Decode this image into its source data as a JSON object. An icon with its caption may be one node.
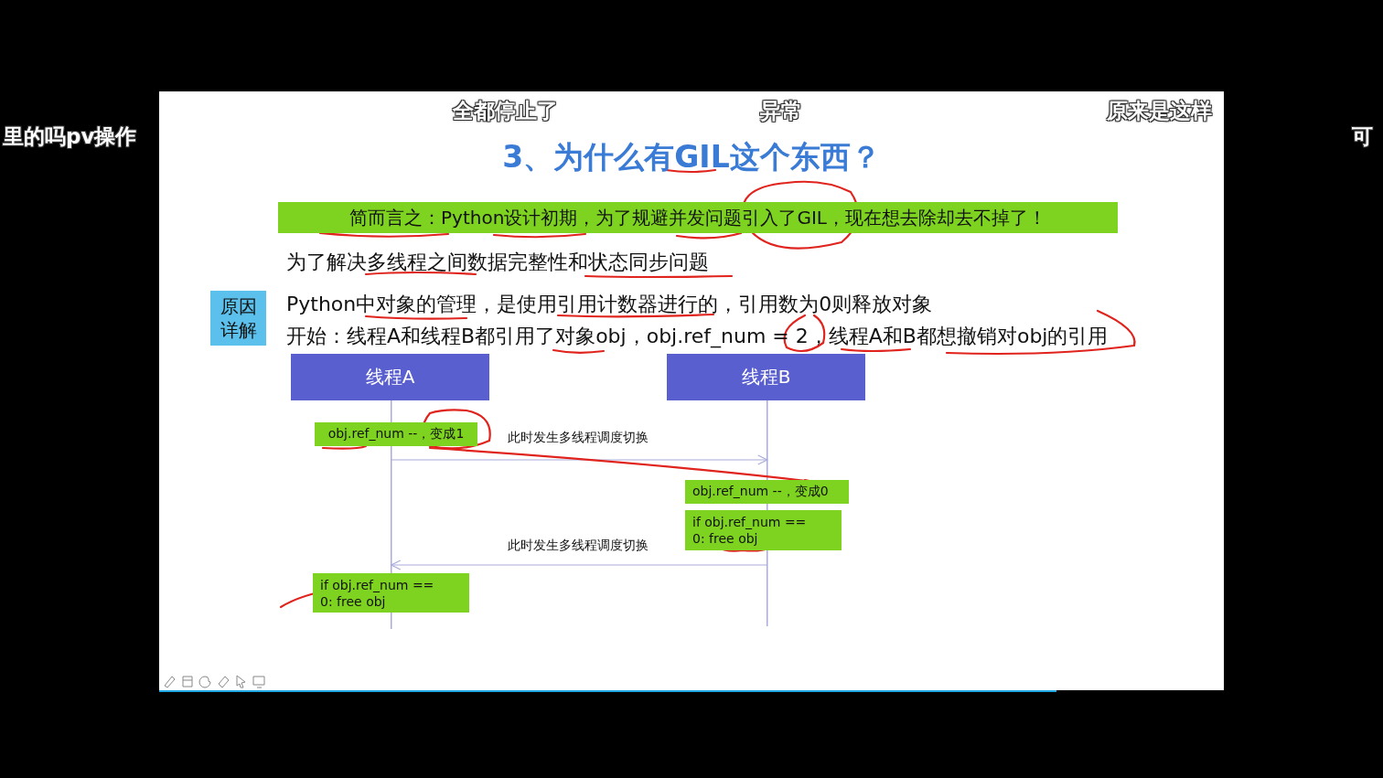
{
  "diagram": {
    "title": "3、为什么有GIL这个东西？",
    "nodes": [
      {
        "text": [
          "简而言之：Python设计初期，为了规避并发问题引入了GIL，现在想去除却去不掉了！"
        ]
      },
      {
        "text": [
          "原因详解"
        ]
      },
      {
        "text": [
          "线程A"
        ]
      },
      {
        "text": [
          "线程B"
        ]
      },
      {
        "text": [
          "obj.ref_num --，变成1"
        ]
      },
      {
        "text": [
          "obj.ref_num --，变成0"
        ]
      },
      {
        "text": [
          "if obj.ref_num == 0: free obj"
        ]
      },
      {
        "text": [
          "if obj.ref_num == 0: free obj"
        ]
      },
      {
        "text": [],
        "shape": "bar"
      },
      {
        "text": [],
        "shape": "bar"
      }
    ],
    "edges": [
      {
        "from": 8,
        "to": 9,
        "arrow": "to",
        "label": "此时发生多线程调度切换"
      },
      {
        "from": 9,
        "to": 8,
        "arrow": "to",
        "label": "此时发生多线程调度切换"
      }
    ],
    "labels": [
      "里的吗pv操作",
      "全都停止了",
      "异常",
      "原来是这样",
      "可",
      "为了解决多线程之间数据完整性和状态同步问题",
      "Python中对象的管理，是使用引用计数器进行的，引用数为0则释放对象",
      "开始：线程A和线程B都引用了对象obj，obj.ref_num = 2，线程A和B都想撤销对obj的引用"
    ]
  }
}
